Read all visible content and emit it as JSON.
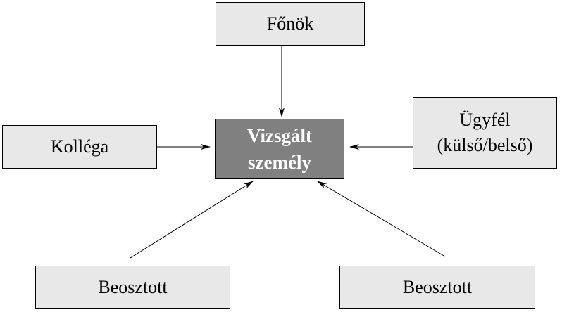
{
  "nodes": {
    "boss": "Főnök",
    "colleague": "Kolléga",
    "subject_line1": "Vizsgált",
    "subject_line2": "személy",
    "client_line1": "Ügyfél",
    "client_line2": "(külső/belső)",
    "subordinate_left": "Beosztott",
    "subordinate_right": "Beosztott"
  },
  "colors": {
    "box_fill": "#e8e8e8",
    "center_fill": "#808080",
    "center_text": "#ffffff"
  }
}
